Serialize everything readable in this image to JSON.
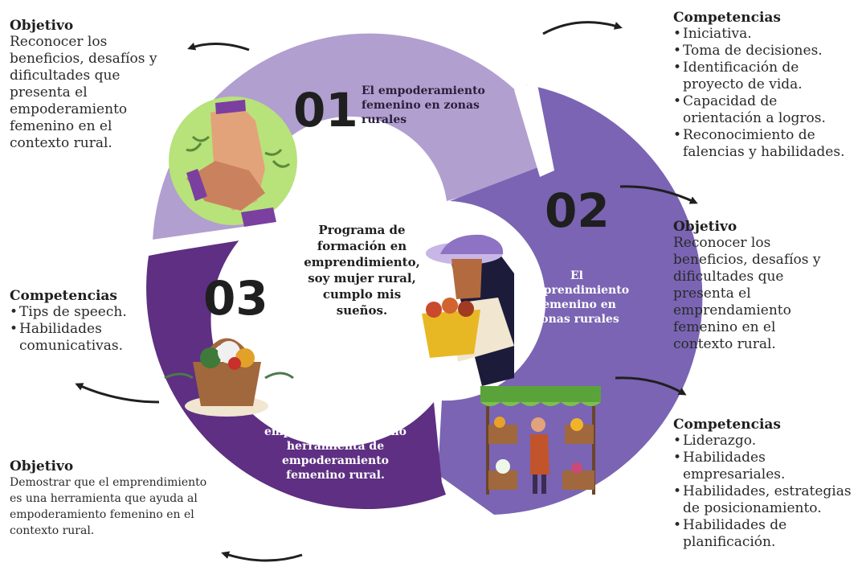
{
  "center_title": "Programa de formación en emprendimiento, soy mujer rural, cumplo mis sueños.",
  "segments": [
    {
      "number": "01",
      "title": "El empoderamiento femenino en zonas rurales",
      "color": "#b19fd0"
    },
    {
      "number": "02",
      "title": "El emprendimiento femenino en zonas rurales",
      "color": "#7a64b3"
    },
    {
      "number": "03",
      "title": "Desarrollo del emprendimiento como herramienta de empoderamiento femenino rural.",
      "color": "#5e2f82"
    }
  ],
  "blocks": {
    "obj1": {
      "heading": "Objetivo",
      "text": "Reconocer los beneficios, desafíos y dificultades que presenta el empoderamiento femenino en el contexto rural."
    },
    "comp1": {
      "heading": "Competencias",
      "items": [
        "Iniciativa.",
        "Toma de decisiones.",
        "Identificación de proyecto de vida.",
        "Capacidad de orientación a logros.",
        "Reconocimiento de falencias y habilidades."
      ]
    },
    "obj2": {
      "heading": "Objetivo",
      "text": "Reconocer los beneficios, desafíos y dificultades que presenta el emprendamiento femenino en el contexto rural."
    },
    "comp2": {
      "heading": "Competencias",
      "items": [
        "Liderazgo.",
        "Habilidades empresariales.",
        "Habilidades, estrategias de posicionamiento.",
        "Habilidades de planificación."
      ]
    },
    "comp3": {
      "heading": "Competencias",
      "items": [
        "Tips de speech.",
        "Habilidades comunicativas."
      ]
    },
    "obj3": {
      "heading": "Objetivo",
      "text": "Demostrar que el emprendimiento es una herramienta que ayuda al empoderamiento femenino en el contexto rural."
    }
  },
  "colors": {
    "light_purple": "#b19fd0",
    "mid_purple": "#7a64b3",
    "dark_purple": "#5e2f82",
    "green_circle": "#b8e27a"
  },
  "icons": [
    "hands-icon",
    "woman-basket-icon",
    "basket-icon",
    "market-stall-icon",
    "arrow-icon"
  ]
}
